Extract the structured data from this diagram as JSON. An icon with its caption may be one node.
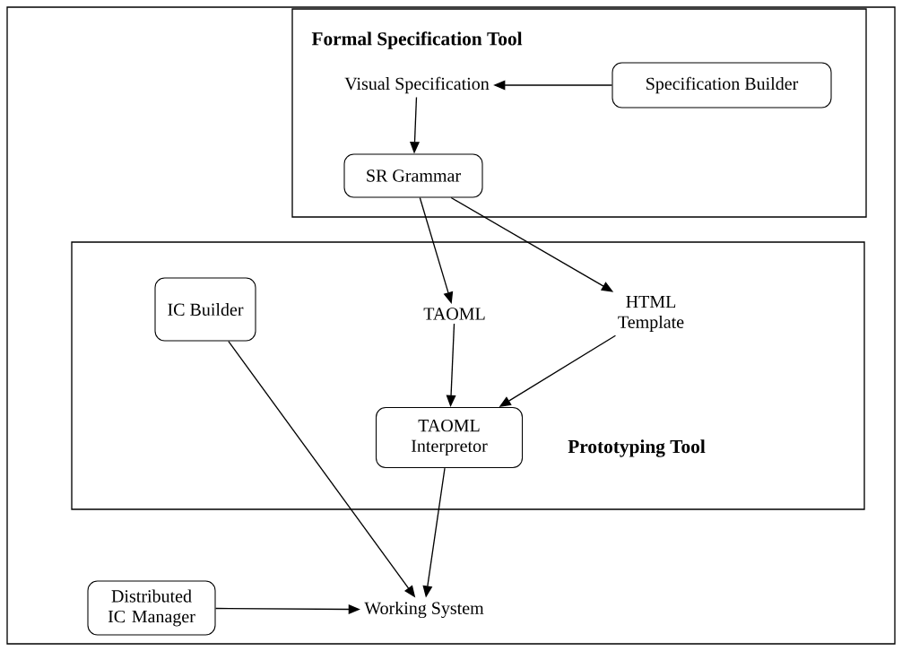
{
  "diagram": {
    "nodes": [
      {
        "text": [
          "Formal Specification Tool"
        ]
      },
      {
        "text": [
          "Visual Specification"
        ],
        "in": 0
      },
      {
        "text": [
          "Specification Builder"
        ],
        "in": 0
      },
      {
        "text": [
          "SR Grammar"
        ],
        "in": 0
      },
      {
        "text": [
          "Prototyping Tool"
        ]
      },
      {
        "text": [
          "IC Builder"
        ],
        "in": 4
      },
      {
        "text": [
          "TAOML"
        ],
        "in": 4
      },
      {
        "text": [
          "HTML Template"
        ],
        "in": 4
      },
      {
        "text": [
          "TAOML Interpretor"
        ],
        "in": 4
      },
      {
        "text": [
          "Distributed IC Manager"
        ]
      },
      {
        "text": [
          "Working System"
        ]
      }
    ],
    "edges": [
      {
        "from": 2,
        "to": 1,
        "arrow": "to"
      },
      {
        "from": 1,
        "to": 3,
        "arrow": "to"
      },
      {
        "from": 3,
        "to": 6,
        "arrow": "to"
      },
      {
        "from": 3,
        "to": 7,
        "arrow": "to"
      },
      {
        "from": 6,
        "to": 8,
        "arrow": "to"
      },
      {
        "from": 7,
        "to": 8,
        "arrow": "to"
      },
      {
        "from": 8,
        "to": 10,
        "arrow": "to"
      },
      {
        "from": 5,
        "to": 10,
        "arrow": "to"
      },
      {
        "from": 9,
        "to": 10,
        "arrow": "to"
      }
    ]
  }
}
